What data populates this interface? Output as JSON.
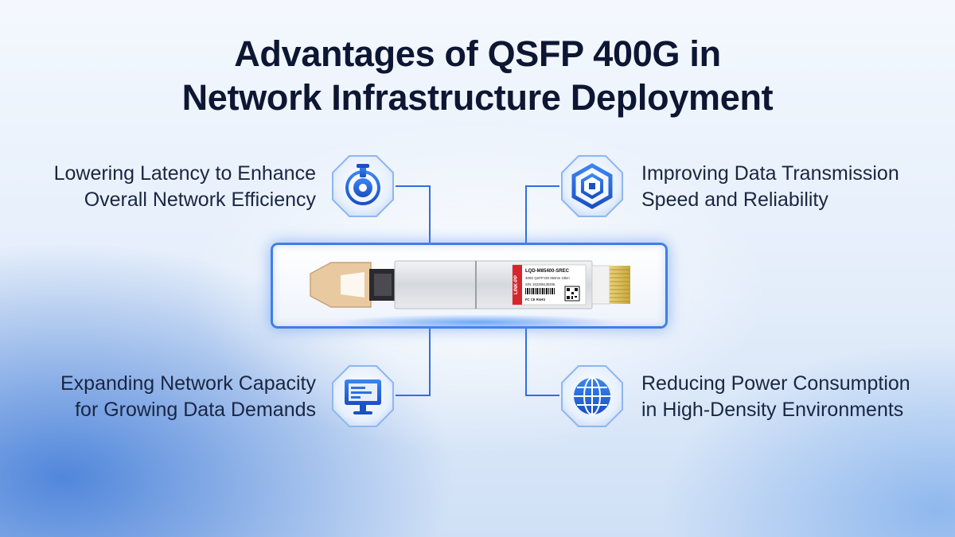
{
  "title": {
    "line1": "Advantages of QSFP 400G in",
    "line2": "Network Infrastructure Deployment"
  },
  "features": {
    "top_left": {
      "line1": "Lowering Latency to Enhance",
      "line2": "Overall Network Efficiency",
      "icon": "latency-gauge-icon"
    },
    "top_right": {
      "line1": "Improving Data Transmission",
      "line2": "Speed and Reliability",
      "icon": "chip-cube-icon"
    },
    "bottom_left": {
      "line1": "Expanding Network Capacity",
      "line2": "for Growing Data Demands",
      "icon": "monitor-icon"
    },
    "bottom_right": {
      "line1": "Reducing Power Consumption",
      "line2": "in High-Density Environments",
      "icon": "globe-icon"
    }
  },
  "module": {
    "brand": "LINK-PP",
    "model": "LQD-M85400-SREC",
    "spec": "400G QSFP-DD 850nm 10km",
    "serial": "S/N: 202306130206",
    "certs": "FC CE RoHS"
  },
  "colors": {
    "accent": "#2f6fe0",
    "title": "#0d1733",
    "text": "#1a2642",
    "label_red": "#d7262b",
    "pull_tab": "#e8c9a0"
  }
}
